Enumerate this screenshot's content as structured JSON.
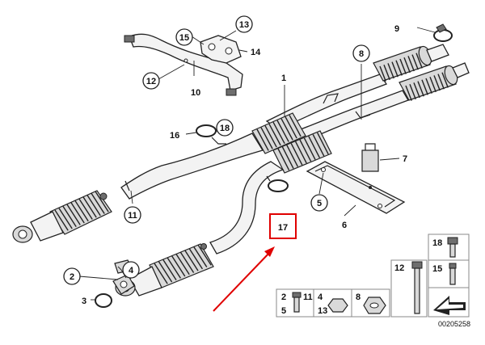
{
  "diagram": {
    "callouts": {
      "c1": "1",
      "c2": "2",
      "c3": "3",
      "c4": "4",
      "c5": "5",
      "c6": "6",
      "c7": "7",
      "c8": "8",
      "c9": "9",
      "c10": "10",
      "c11": "11",
      "c12": "12",
      "c13": "13",
      "c14": "14",
      "c15": "15",
      "c16": "16",
      "c18": "18"
    },
    "highlight": {
      "label": "17",
      "color": "#e00000"
    },
    "legend": {
      "g1": [
        "2",
        "11"
      ],
      "g1b": "5",
      "g2": "4",
      "g2b": "13",
      "g3": "8",
      "g4": "12",
      "g5a": "18",
      "g5b": "15"
    },
    "drawing_number": "00205258"
  }
}
